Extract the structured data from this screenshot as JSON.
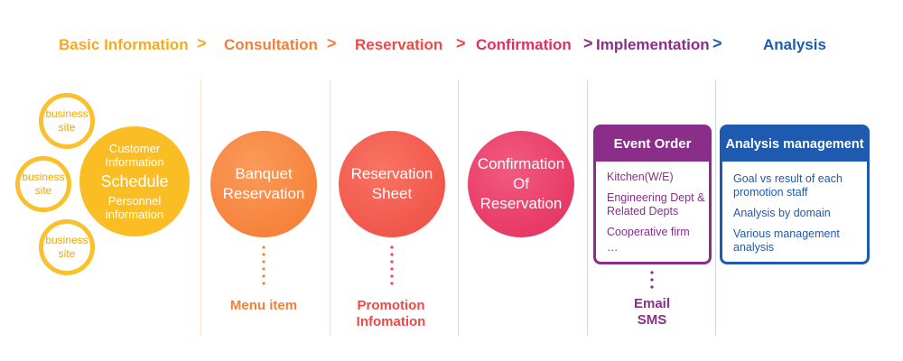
{
  "stages": [
    {
      "title": "Basic Information",
      "color": "#f5ab1f"
    },
    {
      "title": "Consultation",
      "color": "#f57f3a"
    },
    {
      "title": "Reservation",
      "color": "#ec4a48"
    },
    {
      "title": "Confirmation",
      "color": "#e22e62"
    },
    {
      "title": "Implementation",
      "color": "#8b2e8a"
    },
    {
      "title": "Analysis",
      "color": "#1e5ab0"
    }
  ],
  "chevron": ">",
  "basic": {
    "site_labels": [
      "business site",
      "business site",
      "business site"
    ],
    "main": {
      "line1": "Customer Information",
      "line2": "Schedule",
      "line3": "Personnel information"
    }
  },
  "consultation": {
    "circle": "Banquet Reservation",
    "sub": "Menu item"
  },
  "reservation": {
    "circle": "Reservation Sheet",
    "sub": "Promotion Infomation"
  },
  "confirmation": {
    "circle": "Confirmation Of Reservation"
  },
  "implementation": {
    "box_title": "Event Order",
    "items": [
      "Kitchen(W/E)",
      "Engineering Dept & Related Depts",
      "Cooperative firm",
      "…"
    ],
    "sub": "Email SMS"
  },
  "analysis": {
    "box_title": "Analysis management",
    "items": [
      "Goal vs result of each promotion staff",
      "Analysis by domain",
      "Various management analysis"
    ]
  }
}
